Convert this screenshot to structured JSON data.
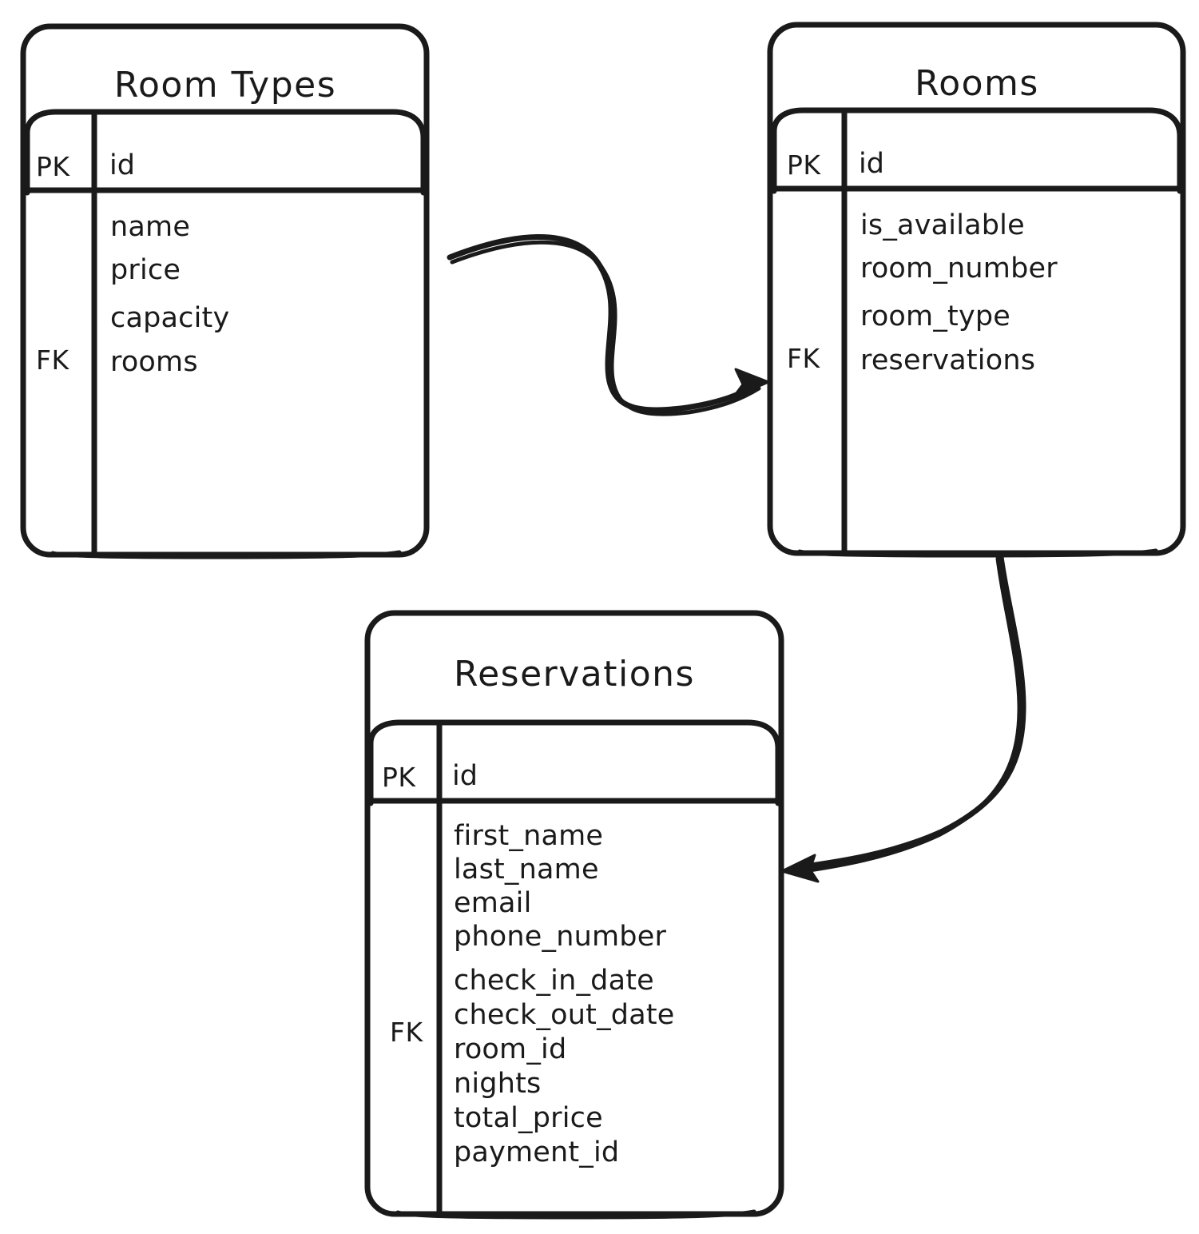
{
  "diagram": {
    "type": "entity-relationship-diagram",
    "style": "hand-drawn-sketch",
    "background_color": "#ffffff",
    "stroke_color": "#1a1a1a"
  },
  "entities": [
    {
      "name": "room-types",
      "title": "Room Types",
      "pk_label": "PK",
      "pk_field": "id",
      "fk_label": "FK",
      "fields": [
        "name",
        "price",
        "capacity",
        "rooms"
      ],
      "fk_field": "rooms"
    },
    {
      "name": "rooms",
      "title": "Rooms",
      "pk_label": "PK",
      "pk_field": "id",
      "fk_label": "FK",
      "fields": [
        "is_available",
        "room_number",
        "room_type",
        "reservations"
      ],
      "fk_field": "reservations"
    },
    {
      "name": "reservations",
      "title": "Reservations",
      "pk_label": "PK",
      "pk_field": "id",
      "fk_label": "FK",
      "fields": [
        "first_name",
        "last_name",
        "email",
        "phone_number",
        "check_in_date",
        "check_out_date",
        "room_id",
        "nights",
        "total_price",
        "payment_id"
      ],
      "fk_field": "room_id"
    }
  ],
  "relationships": [
    {
      "name": "room-types-to-rooms",
      "from": "Room Types",
      "to": "Rooms",
      "direction": "right",
      "arrowhead": "filled-triangle"
    },
    {
      "name": "rooms-to-reservations",
      "from": "Rooms",
      "to": "Reservations",
      "direction": "left",
      "arrowhead": "filled-triangle"
    }
  ]
}
